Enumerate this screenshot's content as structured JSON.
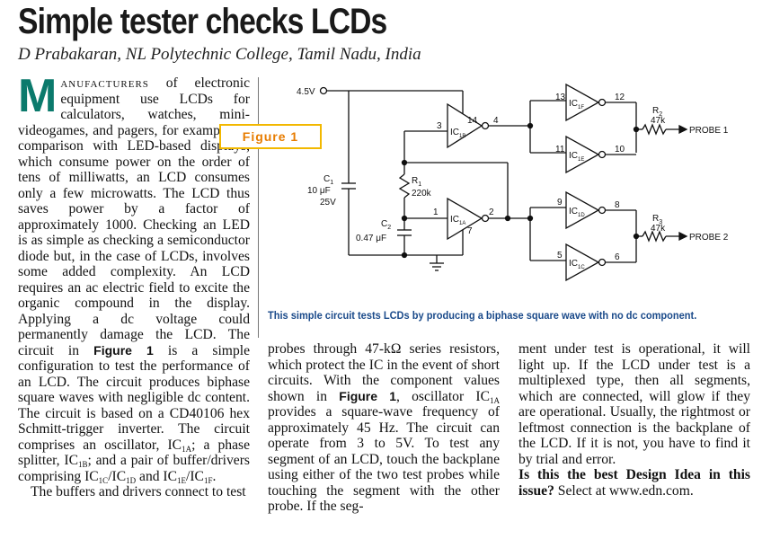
{
  "title": "Simple tester checks LCDs",
  "byline": "D Prabakaran, NL Polytechnic College, Tamil Nadu, India",
  "figure_label": "Figure 1",
  "caption": "This simple circuit tests LCDs by producing a biphase square wave with no dc component.",
  "body": {
    "dropcap": "M",
    "p1_lead": "anufacturers",
    "p1_rest": " of electronic equipment use LCDs for calculators, watches, mini-videogames, and pagers, for example. In comparison with LED-based displays, which consume power on the order of tens of milliwatts, an LCD consumes only a few microwatts. The LCD thus saves power by a factor of approximately 1000. Checking an LED is as simple as checking a semiconductor diode but, in the case of LCDs, involves some added complexity. An LCD requires an ac electric field to excite the organic compound in the display. Applying a dc voltage could permanently damage the LCD. The circuit in ",
    "fig_ref": "Figure 1",
    "p1_b": " is a simple configuration to test the performance of an LCD. The circuit produces biphase square waves with negligible dc content. The circuit is based on a CD40106 hex Schmitt-trigger inverter. The circuit comprises an oscillator, IC",
    "sub_1a": "1A",
    "p1_c": "; a phase splitter, IC",
    "sub_1b": "1B",
    "p1_d": "; and a pair of buffer/drivers comprising IC",
    "sub_1c": "1C",
    "p1_e": "/IC",
    "sub_1d": "1D",
    "p1_f": " and IC",
    "sub_1e": "1E",
    "p1_g": "/IC",
    "sub_1f": "1F",
    "p1_h": ".",
    "p2": "The buffers and drivers connect to test probes through 47-kΩ series resistors, which protect the IC in the event of short circuits. With the component values shown in ",
    "p2_b": ", oscillator IC",
    "p2_c": " provides a square-wave frequency of approximately 45 Hz. The circuit can operate from 3 to 5V. To test any segment of an LCD, touch the backplane using either of the two test probes while touching the segment with the other probe. If the segment under test is operational, it will light up. If the LCD under test is a multiplexed type, then all segments, which are connected, will glow if they are operational. Usually, the rightmost or leftmost connection is the backplane of the LCD. If it is not, you have to find it by trial and error.",
    "ask": "Is this the best Design Idea in this issue?",
    "ask_rest": " Select at www.edn.com."
  },
  "col2": {
    "text": "probes through 47-kΩ series resistors, which protect the IC in the event of short circuits. With the component values shown in ",
    "fig_ref": "Figure 1",
    "t2": ", oscillator IC",
    "sub": "1A",
    "t3": " provides a square-wave frequency of approximately 45 Hz. The circuit can operate from 3 to 5V. To test any segment of an LCD, touch the backplane using either of the two test probes while touching the segment with the other probe. If the seg-"
  },
  "col3": {
    "text": "ment under test is operational, it will light up. If the LCD under test is a multiplexed type, then all segments, which are connected, will glow if they are operational. Usually, the rightmost or leftmost connection is the backplane of the LCD. If it is not, you have to find it by trial and error."
  },
  "col1_tail": "The buffers and drivers connect to test",
  "circuit": {
    "supply": "4.5V",
    "c1": [
      "C",
      "1",
      "10 μF",
      "25V"
    ],
    "r1": [
      "R",
      "1",
      "220k"
    ],
    "c2": [
      "C",
      "2",
      "0.47 μF"
    ],
    "r2": [
      "R",
      "2",
      "47k"
    ],
    "r3": [
      "R",
      "3",
      "47k"
    ],
    "ic1a": [
      "IC",
      "1A"
    ],
    "ic1b": [
      "IC",
      "1B"
    ],
    "ic1c": [
      "IC",
      "1C"
    ],
    "ic1d": [
      "IC",
      "1D"
    ],
    "ic1e": [
      "IC",
      "1E"
    ],
    "ic1f": [
      "IC",
      "1F"
    ],
    "pins": [
      "3",
      "14",
      "4",
      "13",
      "12",
      "11",
      "10",
      "1",
      "2",
      "7",
      "9",
      "8",
      "5",
      "6"
    ],
    "probe1": "PROBE 1",
    "probe2": "PROBE 2"
  }
}
